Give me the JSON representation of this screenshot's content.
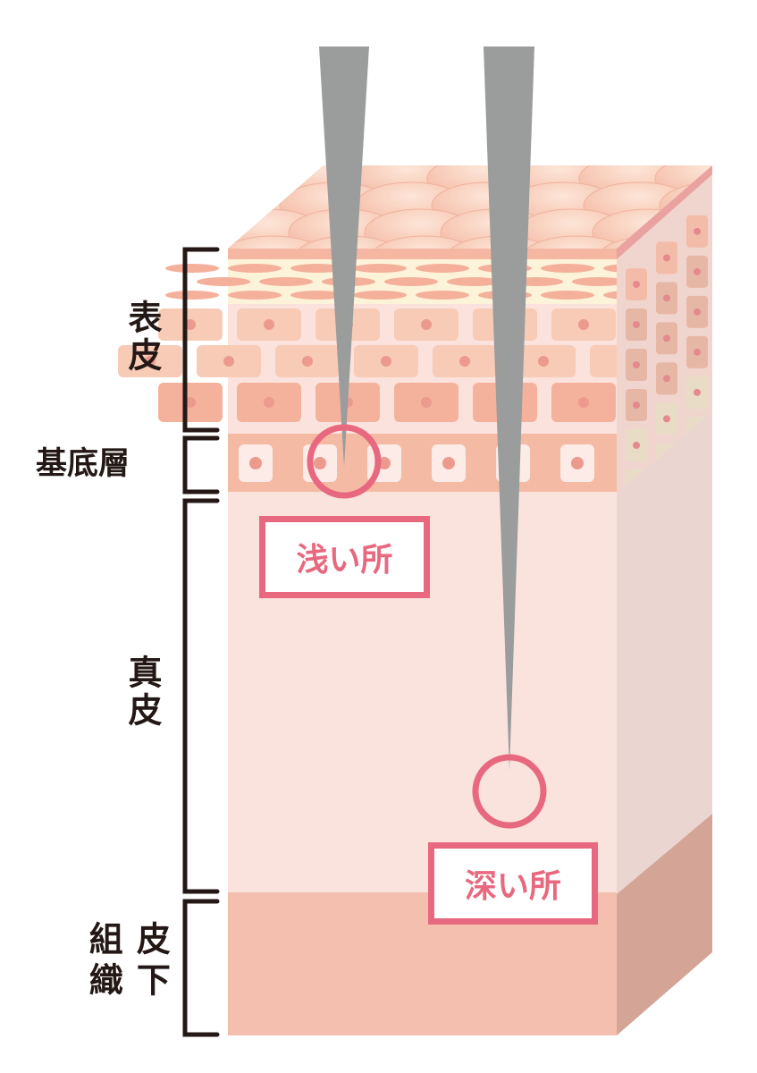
{
  "layers": {
    "epidermis": "表皮",
    "basal": "基底層",
    "dermis": "真皮",
    "subcutis": "皮下組織"
  },
  "markers": {
    "shallow": "浅い所",
    "deep": "深い所"
  },
  "colors": {
    "needle": "#9b9c9c",
    "marker": "#e8697f",
    "dermis": "#fbe3dd",
    "subcutis": "#f5bfb0",
    "basal": "#f5baa3",
    "granular": "#fdf3d9"
  }
}
